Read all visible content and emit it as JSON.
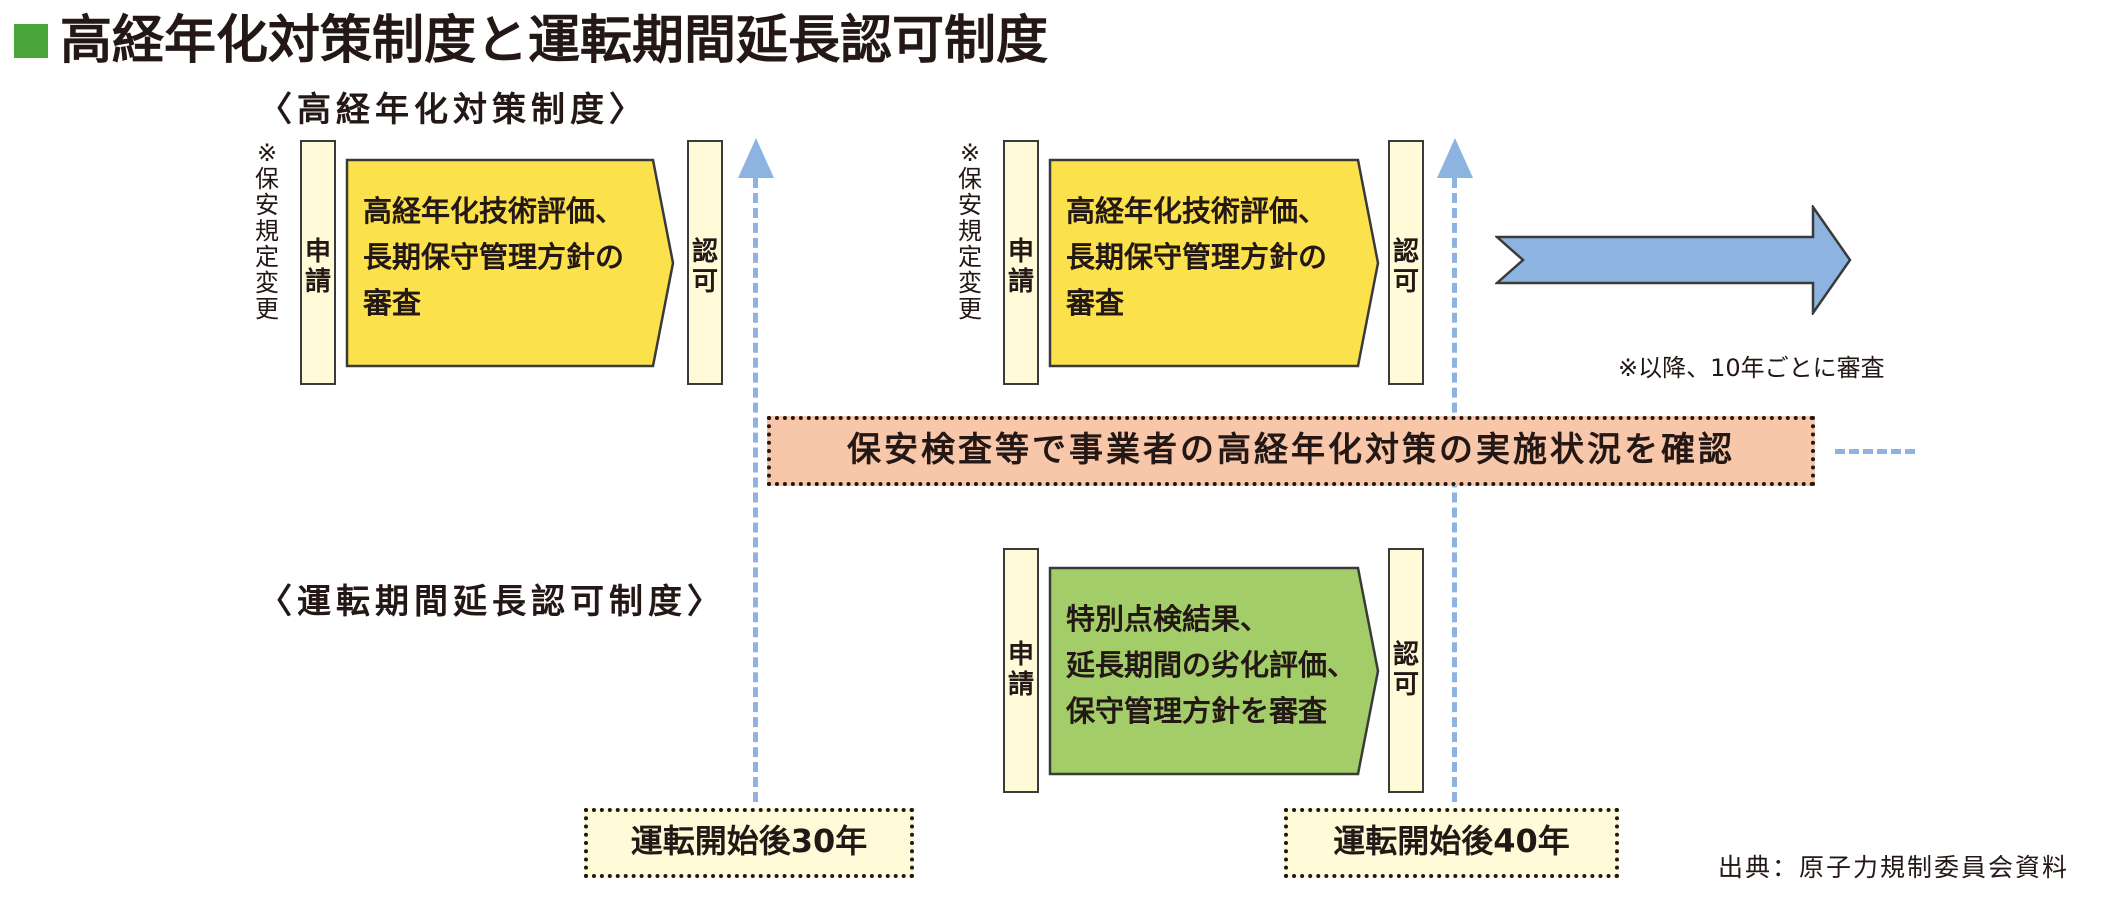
{
  "title": "高経年化対策制度と運転期間延長認可制度",
  "section_aging": "〈高経年化対策制度〉",
  "section_extension": "〈運転期間延長認可制度〉",
  "note_vertical": "※保安規定変更",
  "apply_label": "申請",
  "approve_label": "認可",
  "review_aging": "高経年化技術評価、\n長期保守管理方針の\n審査",
  "review_extension": "特別点検結果、\n延長期間の劣化評価、\n保守管理方針を審査",
  "after_note": "※以降、10年ごとに審査",
  "banner_text": "保安検査等で事業者の高経年化対策の実施状況を確認",
  "milestone_30": "運転開始後30年",
  "milestone_40": "運転開始後40年",
  "source": "出典：原子力規制委員会資料",
  "colors": {
    "title_mark": "#4aa53a",
    "yellow_box": "#fbe24c",
    "green_box": "#a3cd68",
    "pale_box": "#fffbd8",
    "banner": "#f8c6a8",
    "blue": "#8db4e0"
  }
}
